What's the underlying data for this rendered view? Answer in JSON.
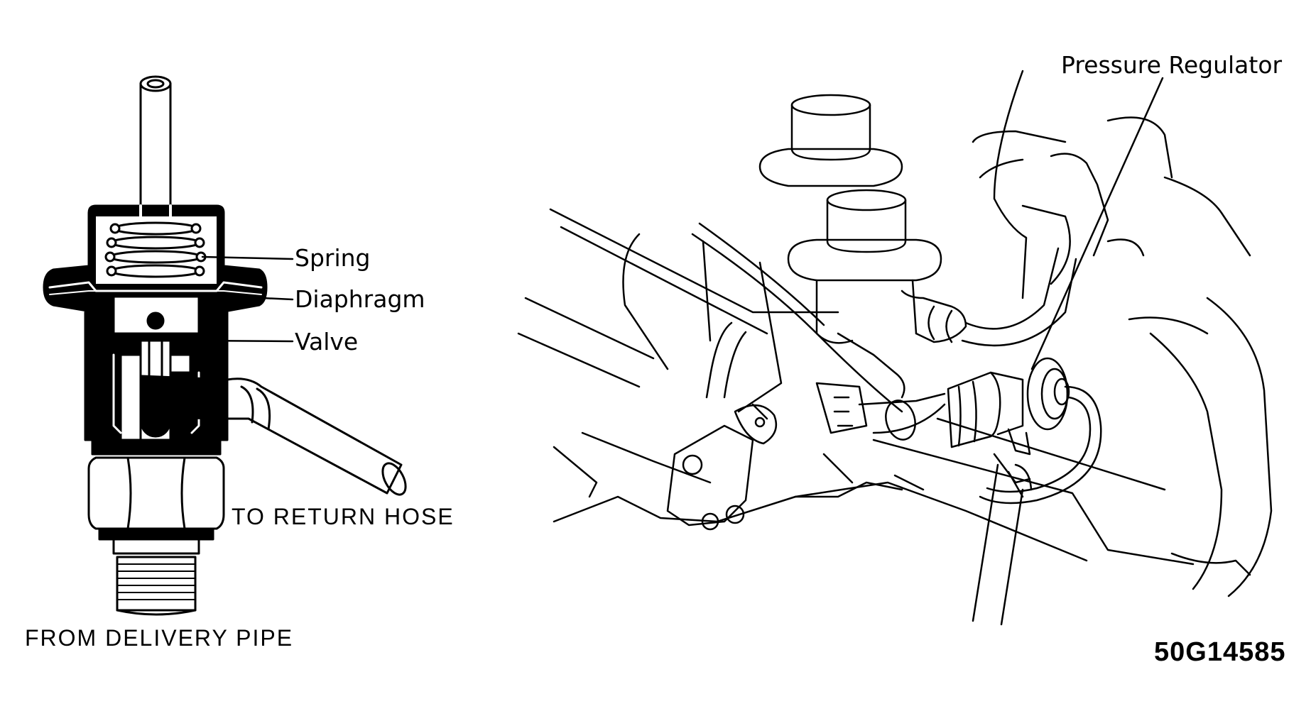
{
  "labels": {
    "spring": "Spring",
    "diaphragm": "Diaphragm",
    "valve": "Valve",
    "to_return_hose": "TO RETURN HOSE",
    "from_delivery_pipe": "FROM DELIVERY PIPE",
    "pressure_regulator": "Pressure Regulator",
    "figure_code": "50G14585"
  },
  "colors": {
    "ink": "#000000",
    "paper": "#ffffff"
  }
}
